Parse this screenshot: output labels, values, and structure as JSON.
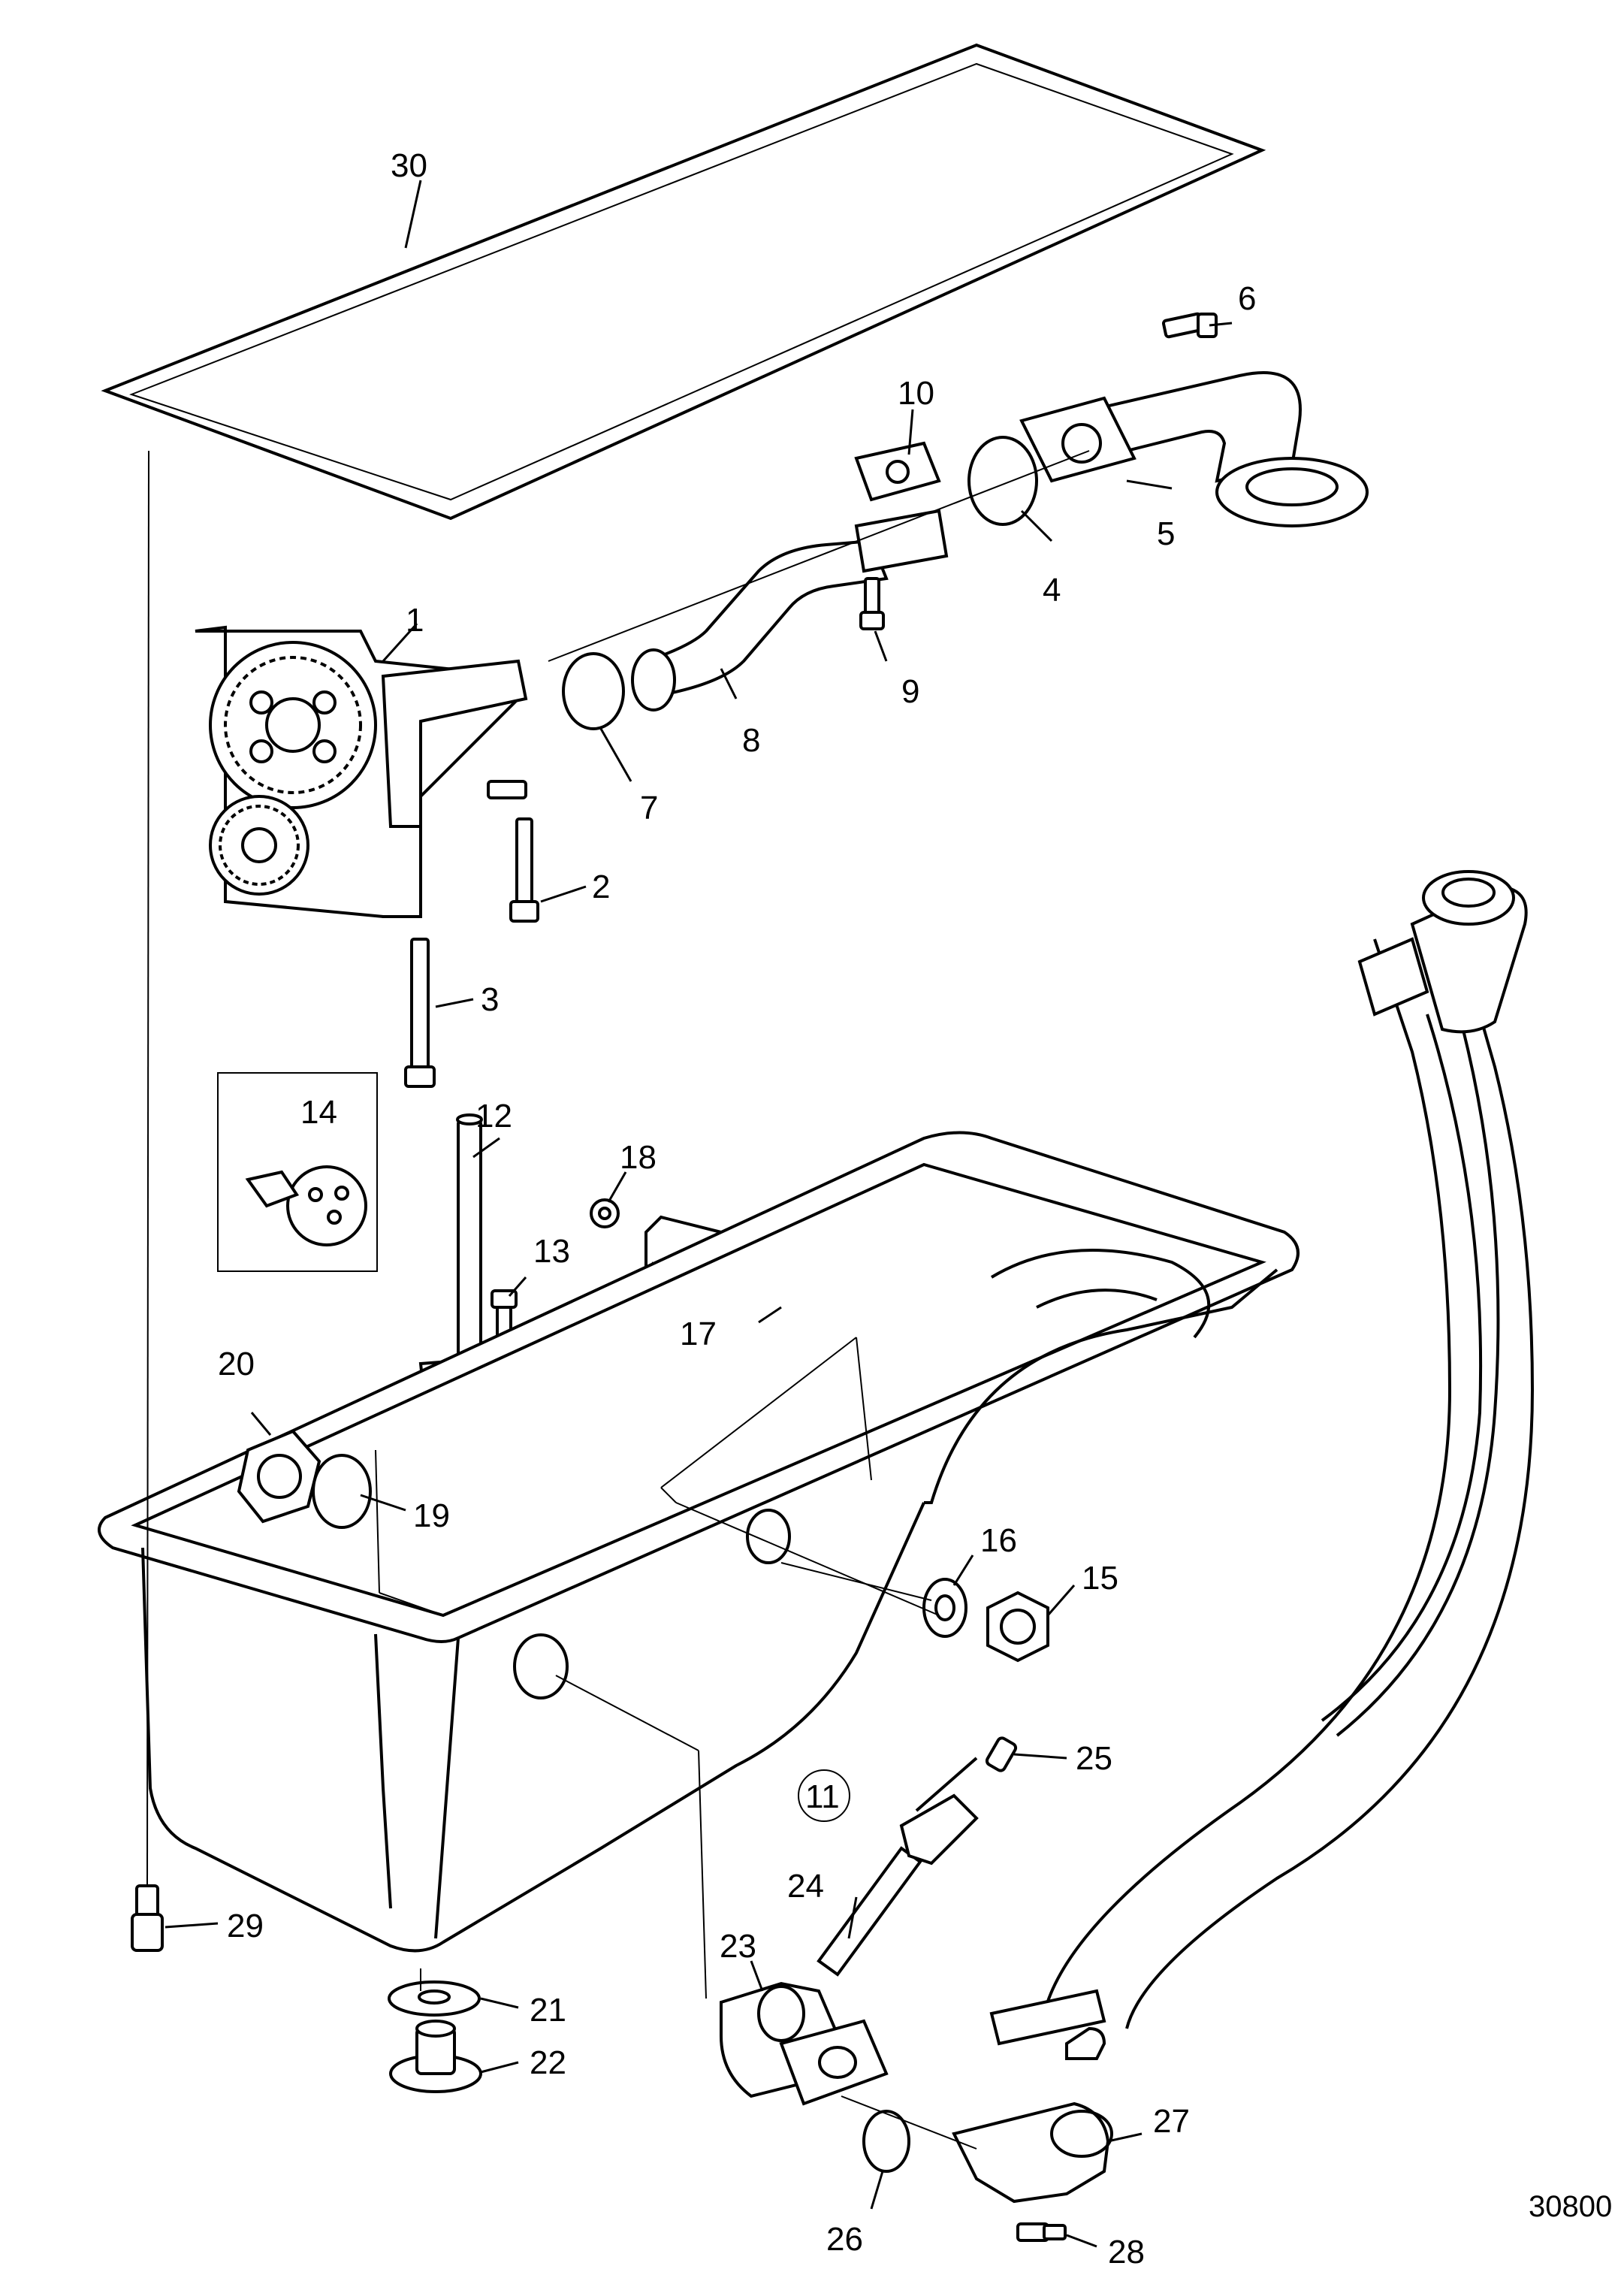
{
  "diagram": {
    "figure_number": "30800",
    "callouts": [
      "1",
      "2",
      "3",
      "4",
      "5",
      "6",
      "7",
      "8",
      "9",
      "10",
      "11",
      "12",
      "13",
      "14",
      "15",
      "16",
      "17",
      "18",
      "19",
      "20",
      "21",
      "22",
      "23",
      "24",
      "25",
      "26",
      "27",
      "28",
      "29",
      "30"
    ]
  }
}
